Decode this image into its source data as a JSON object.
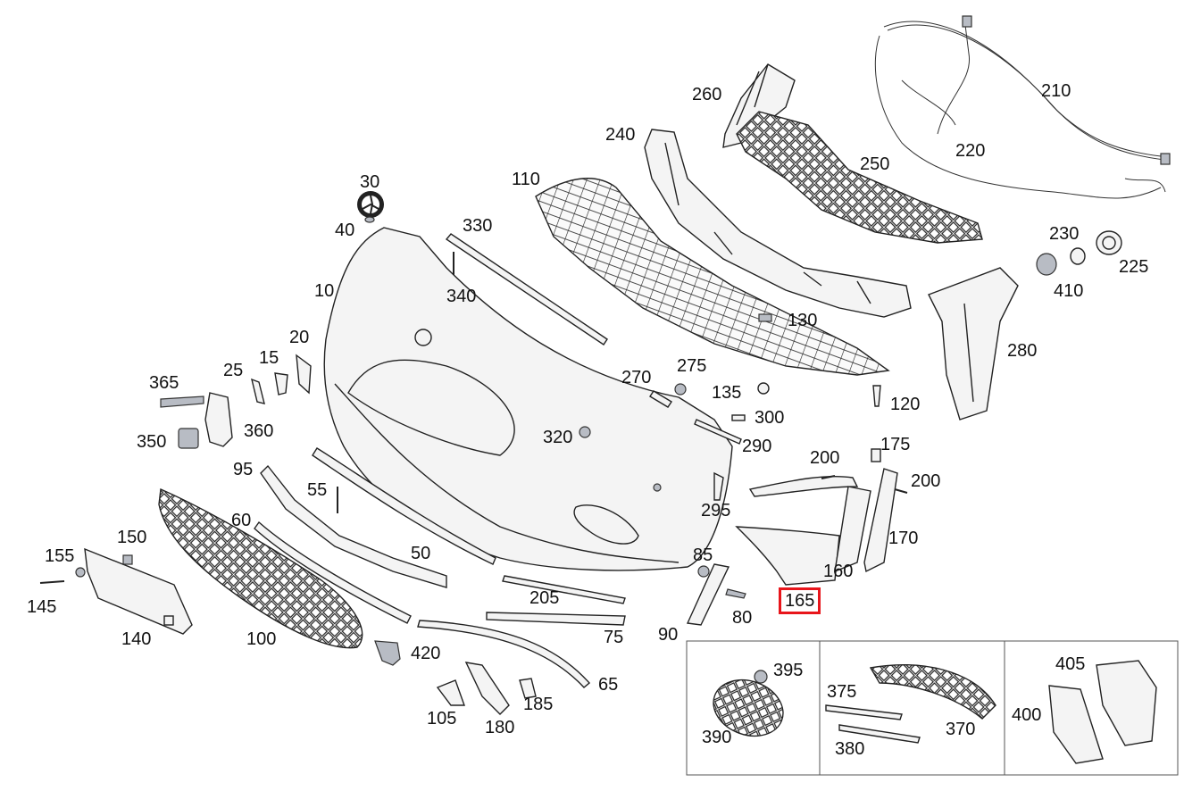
{
  "callouts": [
    {
      "id": "210",
      "text": "210"
    },
    {
      "id": "220",
      "text": "220"
    },
    {
      "id": "260",
      "text": "260"
    },
    {
      "id": "240",
      "text": "240"
    },
    {
      "id": "250",
      "text": "250"
    },
    {
      "id": "110",
      "text": "110"
    },
    {
      "id": "30",
      "text": "30"
    },
    {
      "id": "330",
      "text": "330"
    },
    {
      "id": "40",
      "text": "40"
    },
    {
      "id": "230",
      "text": "230"
    },
    {
      "id": "225",
      "text": "225"
    },
    {
      "id": "410",
      "text": "410"
    },
    {
      "id": "10",
      "text": "10"
    },
    {
      "id": "340",
      "text": "340"
    },
    {
      "id": "130",
      "text": "130"
    },
    {
      "id": "280",
      "text": "280"
    },
    {
      "id": "20",
      "text": "20"
    },
    {
      "id": "365",
      "text": "365"
    },
    {
      "id": "25",
      "text": "25"
    },
    {
      "id": "15",
      "text": "15"
    },
    {
      "id": "270",
      "text": "270"
    },
    {
      "id": "275",
      "text": "275"
    },
    {
      "id": "135",
      "text": "135"
    },
    {
      "id": "120",
      "text": "120"
    },
    {
      "id": "300",
      "text": "300"
    },
    {
      "id": "360",
      "text": "360"
    },
    {
      "id": "350",
      "text": "350"
    },
    {
      "id": "320",
      "text": "320"
    },
    {
      "id": "290",
      "text": "290"
    },
    {
      "id": "175",
      "text": "175"
    },
    {
      "id": "200a",
      "text": "200"
    },
    {
      "id": "200b",
      "text": "200"
    },
    {
      "id": "95",
      "text": "95"
    },
    {
      "id": "55",
      "text": "55"
    },
    {
      "id": "295",
      "text": "295"
    },
    {
      "id": "60",
      "text": "60"
    },
    {
      "id": "170",
      "text": "170"
    },
    {
      "id": "150",
      "text": "150"
    },
    {
      "id": "155",
      "text": "155"
    },
    {
      "id": "50",
      "text": "50"
    },
    {
      "id": "85",
      "text": "85"
    },
    {
      "id": "160",
      "text": "160"
    },
    {
      "id": "165",
      "text": "165"
    },
    {
      "id": "205",
      "text": "205"
    },
    {
      "id": "145",
      "text": "145"
    },
    {
      "id": "80",
      "text": "80"
    },
    {
      "id": "140",
      "text": "140"
    },
    {
      "id": "100",
      "text": "100"
    },
    {
      "id": "75",
      "text": "75"
    },
    {
      "id": "90",
      "text": "90"
    },
    {
      "id": "420",
      "text": "420"
    },
    {
      "id": "65",
      "text": "65"
    },
    {
      "id": "395",
      "text": "395"
    },
    {
      "id": "405",
      "text": "405"
    },
    {
      "id": "375",
      "text": "375"
    },
    {
      "id": "185",
      "text": "185"
    },
    {
      "id": "105",
      "text": "105"
    },
    {
      "id": "400",
      "text": "400"
    },
    {
      "id": "390",
      "text": "390"
    },
    {
      "id": "370",
      "text": "370"
    },
    {
      "id": "180",
      "text": "180"
    },
    {
      "id": "380",
      "text": "380"
    }
  ],
  "highlighted_callout": "165",
  "highlight_color": "#e8151b"
}
